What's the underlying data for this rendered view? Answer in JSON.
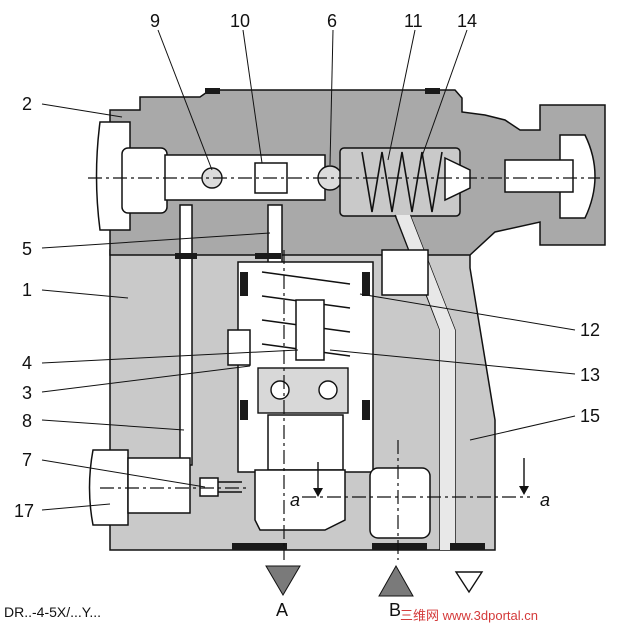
{
  "caption": "DR..-4-5X/...Y...",
  "watermark": "三维网 www.3dportal.cn",
  "callouts": [
    "9",
    "10",
    "6",
    "11",
    "14",
    "2",
    "5",
    "1",
    "12",
    "4",
    "13",
    "3",
    "15",
    "8",
    "7",
    "17"
  ],
  "ports": [
    "A",
    "B"
  ],
  "section_marks": [
    "a",
    "a"
  ],
  "colors": {
    "body_light": "#c9c9c9",
    "body_dark": "#a9a9a9",
    "watermark": "#d43a3a"
  }
}
